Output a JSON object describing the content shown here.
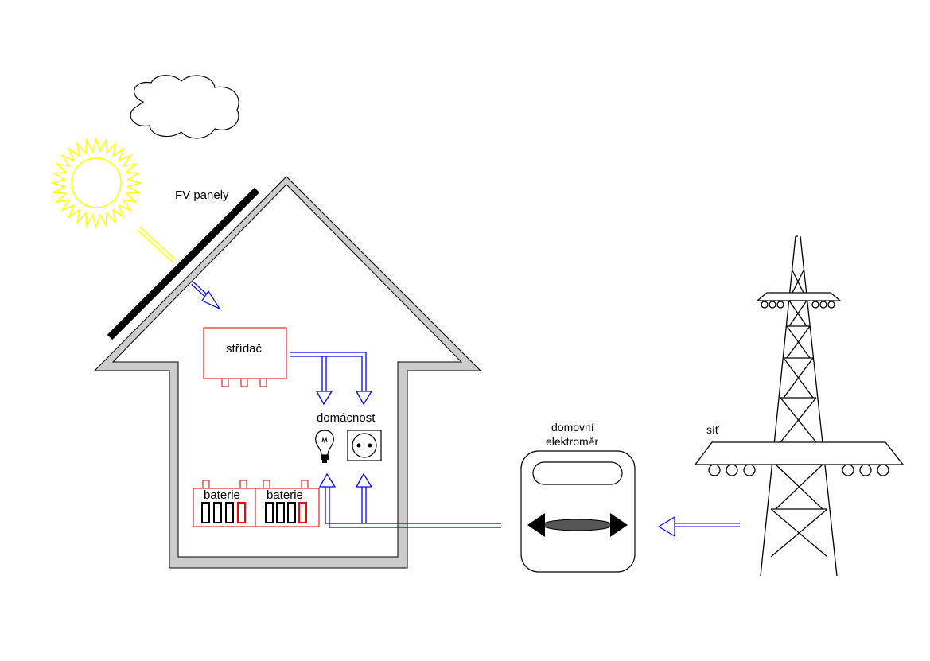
{
  "labels": {
    "panels": "FV panely",
    "inverter": "střídač",
    "household": "domácnost",
    "battery_1": "baterie",
    "battery_2": "baterie",
    "meter_line1": "domovní",
    "meter_line2": "elektroměr",
    "grid": "síť"
  },
  "icons": {
    "sun": "sun-icon",
    "cloud": "cloud-icon",
    "bulb": "light-bulb-icon",
    "socket": "power-socket-icon",
    "meter": "electricity-meter-icon",
    "pylon": "power-pylon-icon"
  },
  "colors": {
    "sun": "#ffff00",
    "flow": "#0000ff",
    "inverter": "#cc0000",
    "battery_accent": "#ff0000",
    "wall": "#cccccc",
    "panel": "#000000"
  }
}
